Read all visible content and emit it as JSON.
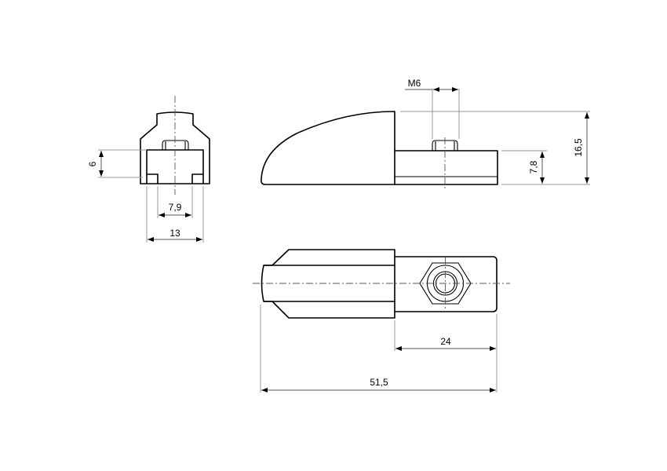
{
  "drawing": {
    "type": "technical-drawing",
    "views": [
      "front-view",
      "side-view",
      "top-view"
    ],
    "colors": {
      "outline": "#000000",
      "dimension": "#999999",
      "background": "#ffffff"
    }
  },
  "dimensions": {
    "front_height": "6",
    "front_slot_width": "7,9",
    "front_width": "13",
    "thread": "M6",
    "base_height": "7,8",
    "total_height": "16,5",
    "base_length": "24",
    "total_length": "51,5"
  }
}
